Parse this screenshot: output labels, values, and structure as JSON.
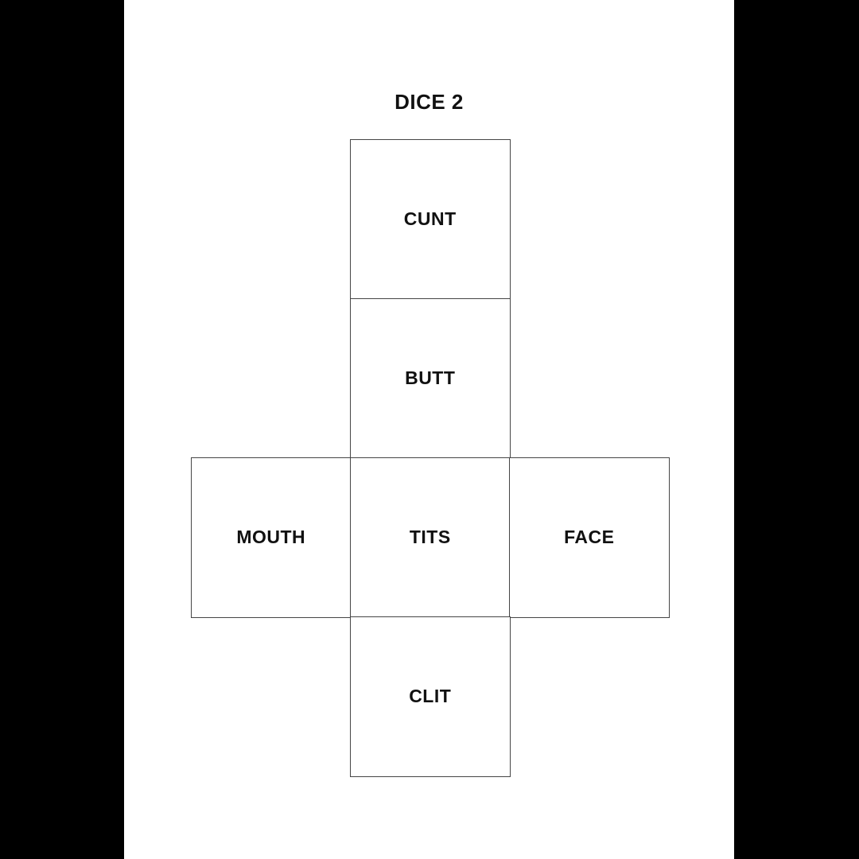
{
  "title": "DICE 2",
  "colors": {
    "page_background": "#ffffff",
    "side_bars": "#000000",
    "grid_line": "#454545",
    "text": "#111111"
  },
  "faces": [
    {
      "label": "CUNT"
    },
    {
      "label": "BUTT"
    },
    {
      "label": "MOUTH"
    },
    {
      "label": "TITS"
    },
    {
      "label": "FACE"
    },
    {
      "label": "CLIT"
    }
  ]
}
